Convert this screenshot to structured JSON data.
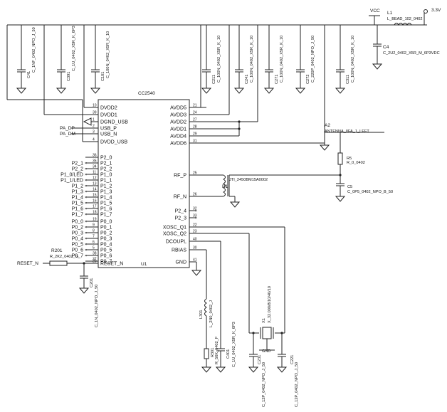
{
  "power": {
    "vcc": "VCC",
    "v33": "3.3V",
    "l1_ref": "L1",
    "l1_val": "L_BEAD_102_0402",
    "c4_ref": "C4",
    "c4_val": "C_2U2_0402_X5R_M_6P3VDC"
  },
  "chip": {
    "name": "CC2540",
    "ref": "U1",
    "left_pins": [
      {
        "label": "DVDD2",
        "num": "10"
      },
      {
        "label": "DVDD1",
        "num": "39"
      },
      {
        "label": "DGND_USB",
        "num": "1"
      },
      {
        "label": "USB_P",
        "num": "2"
      },
      {
        "label": "USB_N",
        "num": "3"
      },
      {
        "label": "DVDD_USB",
        "num": "4"
      },
      {
        "label": "P2_0",
        "num": "36"
      },
      {
        "label": "P2_1",
        "num": "35"
      },
      {
        "label": "P2_2",
        "num": "34"
      },
      {
        "label": "P1_0",
        "num": "11"
      },
      {
        "label": "P1_1",
        "num": "12"
      },
      {
        "label": "P1_2",
        "num": "13"
      },
      {
        "label": "P1_3",
        "num": "14"
      },
      {
        "label": "P1_4",
        "num": "15"
      },
      {
        "label": "P1_5",
        "num": "16"
      },
      {
        "label": "P1_6",
        "num": "17"
      },
      {
        "label": "P1_7",
        "num": "18"
      },
      {
        "label": "P0_0",
        "num": "19"
      },
      {
        "label": "P0_1",
        "num": "9"
      },
      {
        "label": "P0_2",
        "num": "8"
      },
      {
        "label": "P0_3",
        "num": "7"
      },
      {
        "label": "P0_4",
        "num": "6"
      },
      {
        "label": "P0_5",
        "num": "5"
      },
      {
        "label": "P0_6",
        "num": "38"
      },
      {
        "label": "P0_7",
        "num": "37"
      },
      {
        "label": "RESET_N",
        "num": "20"
      }
    ],
    "right_pins": [
      {
        "label": "AVDD5",
        "num": "21"
      },
      {
        "label": "AVDD3",
        "num": "24"
      },
      {
        "label": "AVDD2",
        "num": "27"
      },
      {
        "label": "AVDD1",
        "num": "28"
      },
      {
        "label": "AVDD4",
        "num": "29"
      },
      {
        "label": "AVDD6",
        "num": "31"
      },
      {
        "label": "RF_P",
        "num": "25"
      },
      {
        "label": "RF_N",
        "num": "26"
      },
      {
        "label": "P2_4",
        "num": "32"
      },
      {
        "label": "P2_3",
        "num": "33"
      },
      {
        "label": "XOSC_Q1",
        "num": "22"
      },
      {
        "label": "XOSC_Q2",
        "num": "23"
      },
      {
        "label": "DCOUPL",
        "num": "40"
      },
      {
        "label": "RBIAS",
        "num": "30"
      },
      {
        "label": "GND",
        "num": "41"
      }
    ]
  },
  "nets": {
    "left_io": [
      "P2_1",
      "P2_2",
      "P1_0/LED",
      "P1_1/LED",
      "P1_2",
      "P1_3",
      "P1_4",
      "P1_5",
      "P1_6",
      "P1_7",
      "P0_0",
      "P0_2",
      "P0_3",
      "P0_4",
      "P0_5",
      "P0_6",
      "P0_7"
    ],
    "pa_dp": "PA_DP",
    "pa_dm": "PA_DM",
    "reset": "RESET_N"
  },
  "caps_top": [
    {
      "ref": "C41",
      "val": "C_1NF_0402_NPO_J_50"
    },
    {
      "ref": "C391",
      "val": "C_1U_0402_X5R_K_6P3"
    },
    {
      "ref": "C101",
      "val": "C_100N_0402_X5R_K_10"
    },
    {
      "ref": "C211",
      "val": "C_100N_0402_X5R_K_10"
    },
    {
      "ref": "C241",
      "val": "C_100N_0402_X5R_K_10"
    },
    {
      "ref": "C271",
      "val": "C_100N_0402_X5R_K_10"
    },
    {
      "ref": "C272",
      "val": "C_220P_0402_NPO_J_50"
    },
    {
      "ref": "C311",
      "val": "C_100N_0402_X5R_K_10"
    }
  ],
  "rf": {
    "antenna_ref": "A2",
    "antenna_val": "ANTENNA_IIFA_1_LEFT",
    "r_ref": "R5",
    "r_val": "R_0_0402",
    "c5_ref": "C5",
    "c5_val": "C_0P5_0402_NPO_B_50",
    "balun_ref": "B1",
    "balun_val": "JTI_2450BM15A0002"
  },
  "reset_ckt": {
    "r_ref": "R201",
    "r_val": "R_2K2_0402_G",
    "c_ref": "C201",
    "c_val": "C_1N_0402_NPO_J_50"
  },
  "bottom": {
    "l_ref": "L301",
    "l_val": "L_2N0_0402_J",
    "r_ref": "R301",
    "r_val": "R_56K_0402_F",
    "c_ref": "C401",
    "c_val": "C_1U_0402_X5R_K_6P3",
    "x_ref": "X1",
    "x_val": "X_32.000/8/10/40/10",
    "gnd": "GND",
    "c22_ref": "C221",
    "c22_val": "C_12P_0402_NPO_J_50",
    "c23_ref": "C231",
    "c23_val": "C_12P_0402_NPO_J_50"
  }
}
